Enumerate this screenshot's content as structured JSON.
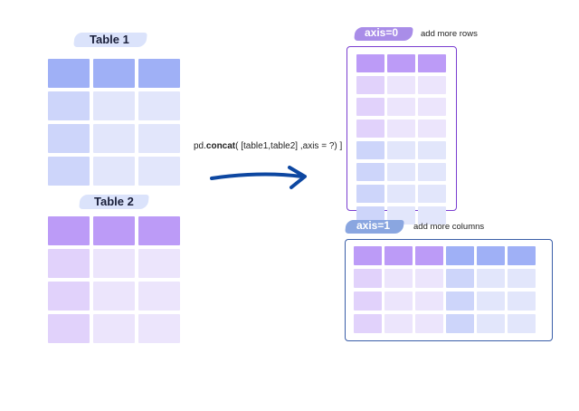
{
  "table1": {
    "title": "Table 1"
  },
  "table2": {
    "title": "Table 2"
  },
  "formula": {
    "prefix": "pd.",
    "func": "concat",
    "args": "( [table1,table2] ,axis = ?) ]"
  },
  "axis0": {
    "badge": "axis=0",
    "caption": "add more rows"
  },
  "axis1": {
    "badge": "axis=1",
    "caption": "add more columns"
  },
  "colors": {
    "blue_header": "#9fb0f6",
    "blue_cell_dark": "#cdd5fa",
    "blue_cell_light": "#e2e6fb",
    "purple_header": "#bc9bf7",
    "purple_cell_dark": "#e1d2fb",
    "purple_cell_light": "#ece5fc",
    "badge_blue_brush": "#dbe3fb",
    "badge_purple": "#a98de8",
    "badge_blue": "#8aa6e0",
    "frame_purple": "#7a3ed0",
    "frame_blue": "#3a5ea8",
    "arrow": "#0d47a1"
  }
}
